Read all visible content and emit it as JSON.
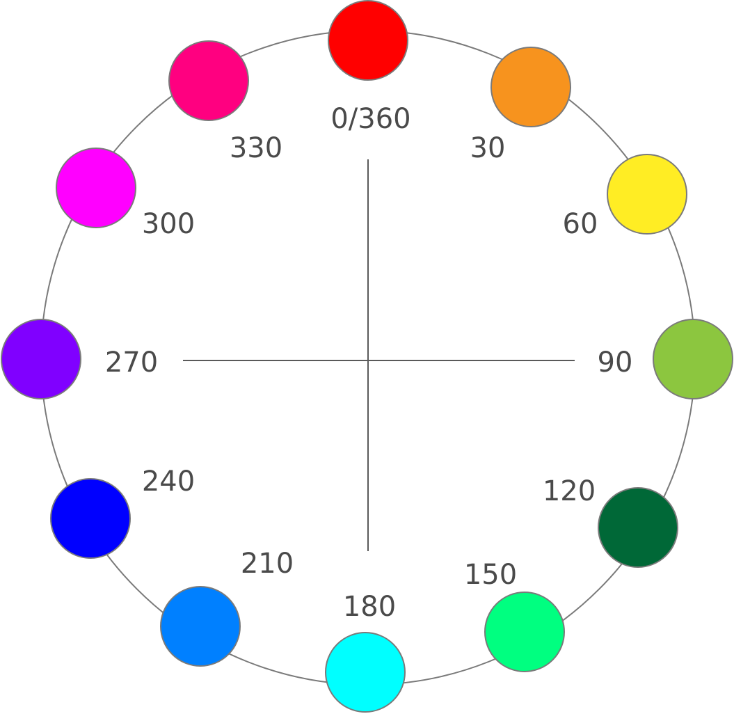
{
  "hues": [
    {
      "label": "0/360",
      "color": "#FF0000"
    },
    {
      "label": "30",
      "color": "#F7931E"
    },
    {
      "label": "60",
      "color": "#FFED24"
    },
    {
      "label": "90",
      "color": "#8CC63F"
    },
    {
      "label": "120",
      "color": "#006837"
    },
    {
      "label": "150",
      "color": "#00FF80"
    },
    {
      "label": "180",
      "color": "#00FFFF"
    },
    {
      "label": "210",
      "color": "#0080FF"
    },
    {
      "label": "240",
      "color": "#0000FF"
    },
    {
      "label": "270",
      "color": "#8000FF"
    },
    {
      "label": "300",
      "color": "#FF00FF"
    },
    {
      "label": "330",
      "color": "#FF0080"
    }
  ],
  "ring_color": "#7A7A7A",
  "axis_color": "#5A5A5A",
  "label_color": "#4A4A4A"
}
